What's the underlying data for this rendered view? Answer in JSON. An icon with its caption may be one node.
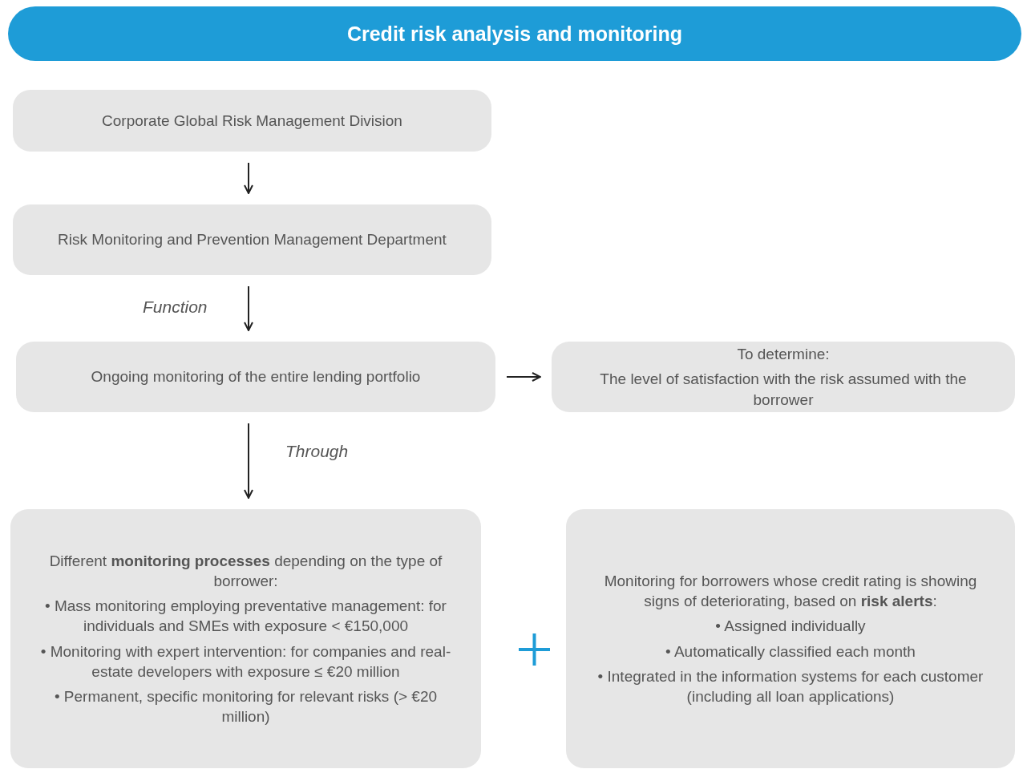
{
  "diagram": {
    "title": "Credit risk analysis and monitoring",
    "nodes": [
      {
        "text": [
          "Corporate Global Risk Management Division"
        ]
      },
      {
        "text": [
          "Risk Monitoring and Prevention Management Department"
        ]
      },
      {
        "text": [
          "Ongoing monitoring of the entire lending portfolio"
        ]
      },
      {
        "text": [
          "To determine:",
          "The level of satisfaction with the risk assumed with the borrower"
        ]
      },
      {
        "text": [
          "Different **monitoring processes** depending on the type of borrower:",
          "• Mass monitoring employing preventative management: for individuals and SMEs with exposure < €150,000",
          "• Monitoring with expert intervention: for companies and real-estate developers with exposure ≤ €20 million",
          "• Permanent, specific monitoring for relevant risks (> €20 million)"
        ]
      },
      {
        "text": [
          "Monitoring for borrowers whose credit rating is showing signs of deteriorating, based on **risk alerts**:",
          "• Assigned individually",
          "• Automatically classified each month",
          "• Integrated in the information systems for each customer (including all loan applications)"
        ]
      }
    ],
    "edges": [
      {
        "from": 0,
        "to": 1,
        "arrow": "to"
      },
      {
        "from": 1,
        "to": 2,
        "arrow": "to",
        "label": "Function"
      },
      {
        "from": 2,
        "to": 3,
        "arrow": "to"
      },
      {
        "from": 2,
        "to": 4,
        "arrow": "to",
        "label": "Through"
      }
    ]
  }
}
